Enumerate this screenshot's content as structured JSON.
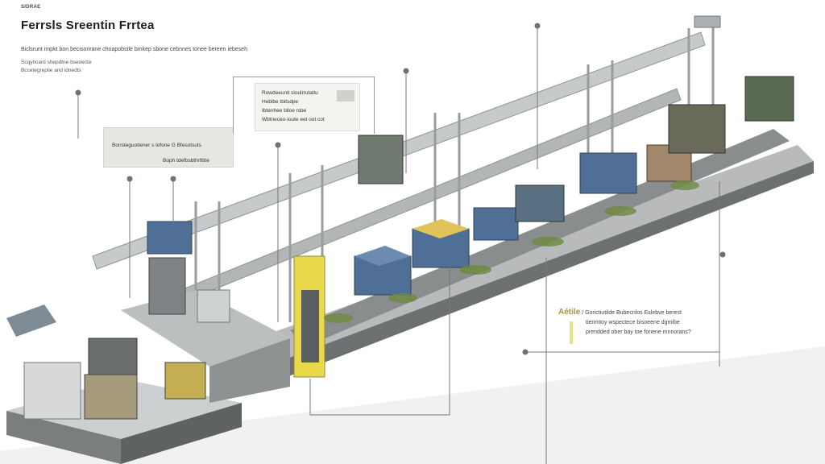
{
  "header": {
    "tag": "SIDRAE",
    "title": "Ferrsls Sreentin Frrtea",
    "subtitle": "Biclsrunt impkt bon becisonrane choapobstle bmkep sbone cebnnes tonee bereen iebeseh",
    "intro": [
      "Scqyhcard shepdtne bseoecte",
      "Bccetegreplie and idnedts"
    ]
  },
  "callouts": {
    "left": {
      "line1": "Bonsteguoitener s lofone G Bfesotsuts",
      "line2": "Boph tdefbsbthrfitite"
    },
    "middle": {
      "lines": [
        "Rowdeeunit sloulrrutatiu",
        "Heblbe tbitsdpe",
        "Ibtenhee biloe rsbe",
        "Wbtneceo-ioute eet oot cot"
      ]
    },
    "note": {
      "label": "Aétile",
      "lines": [
        "/  Gorictiutilde Bubecnlos Eslebve berest",
        "tienmtoy wspectece bisoeene dgmibe",
        "prendded ober bay toe fonene mnnorans?"
      ]
    }
  },
  "colors": {
    "accent": "#e8d84a",
    "machine_blue": "#4f6f96",
    "rail": "#b9bcbd",
    "platform": "#8e9192"
  }
}
